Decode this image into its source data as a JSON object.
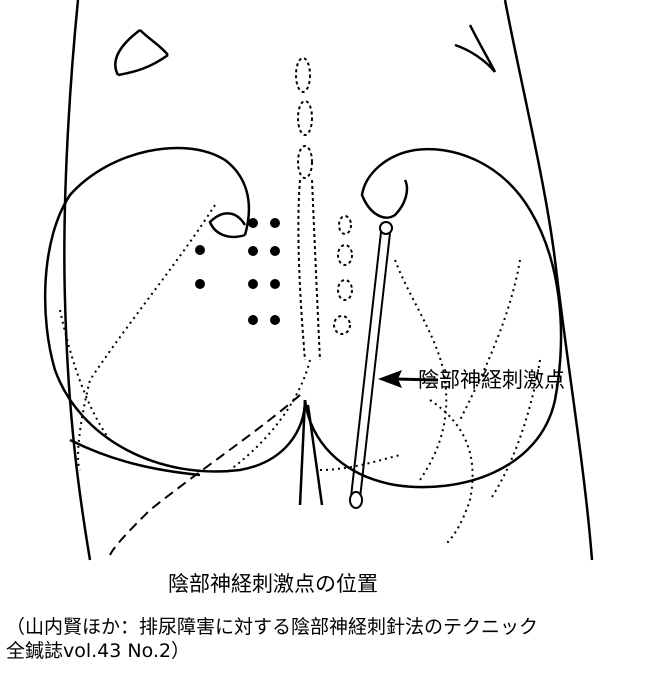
{
  "diagram": {
    "point_label": "陰部神経刺激点",
    "caption": "陰部神経刺激点の位置",
    "reference_line1": "（山内賢ほか：排尿障害に対する陰部神経刺針法のテクニック",
    "reference_line2": "全鍼誌vol.43 No.2）",
    "stimulation_points_count": 10
  }
}
